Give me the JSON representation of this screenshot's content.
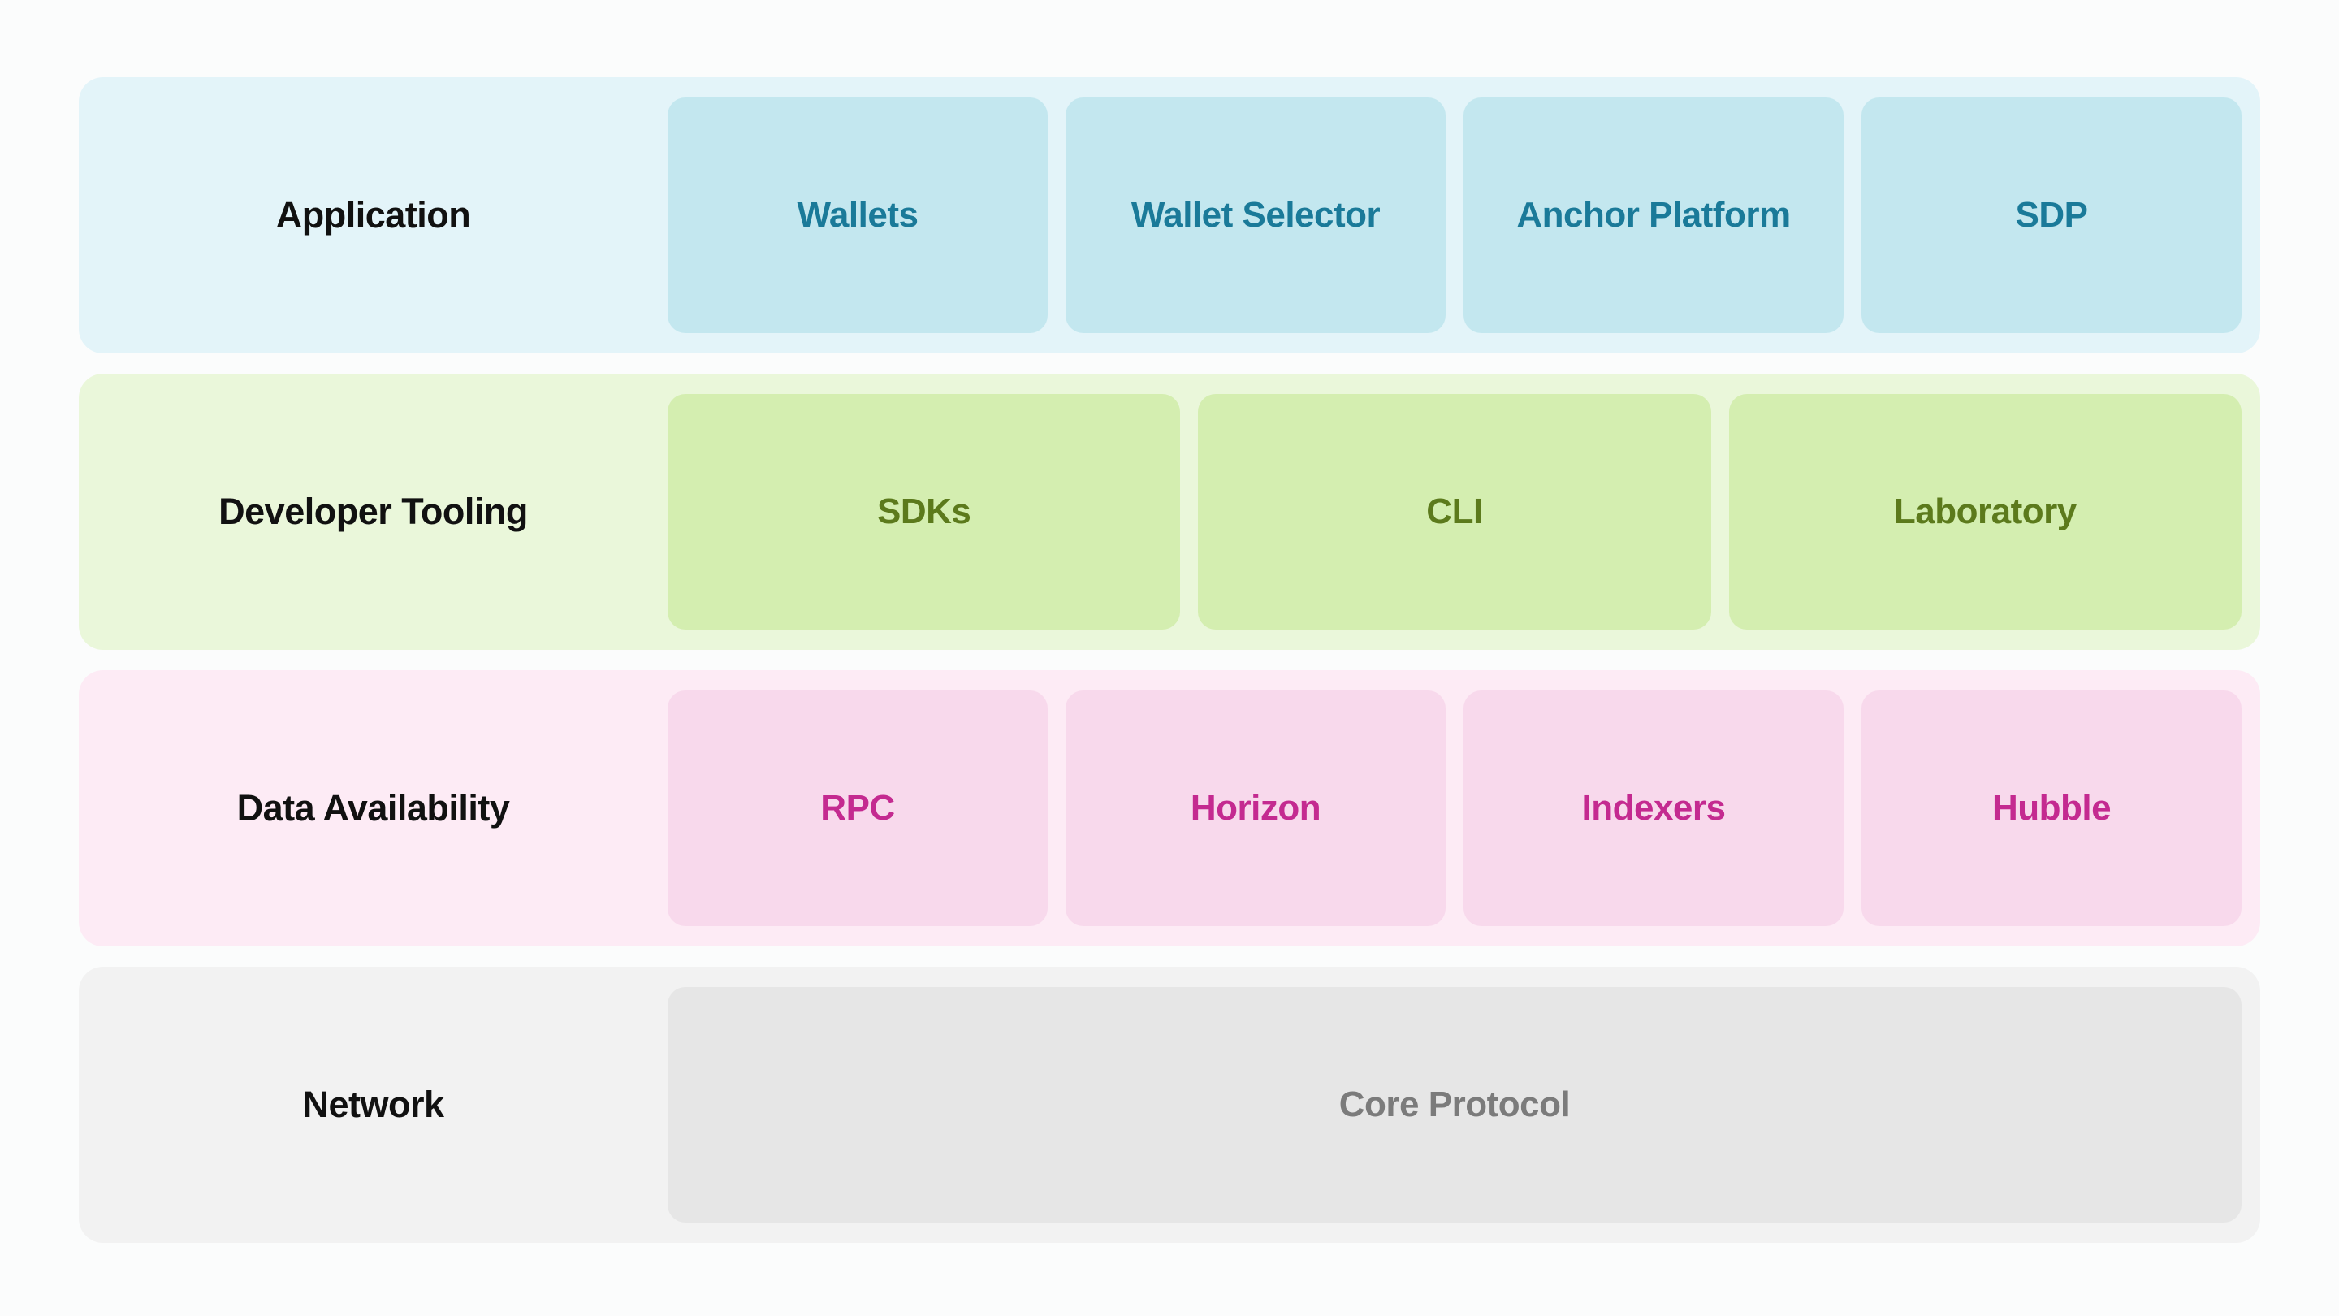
{
  "colors": {
    "page_bg": "#fbfcfc",
    "label_text": "#111111",
    "application_row_bg": "#e3f4f9",
    "application_item_bg": "#c3e7ef",
    "application_item_text": "#1a7a99",
    "developer_tooling_row_bg": "#eaf7da",
    "developer_tooling_item_bg": "#d4eeb0",
    "developer_tooling_item_text": "#5c7a1c",
    "data_availability_row_bg": "#fdebf5",
    "data_availability_item_bg": "#f8d9ec",
    "data_availability_item_text": "#c42a90",
    "network_row_bg": "#f2f2f2",
    "network_item_bg": "#e6e6e6",
    "network_item_text": "#7b7b7b"
  },
  "rows": [
    {
      "label": "Application",
      "items": [
        "Wallets",
        "Wallet Selector",
        "Anchor Platform",
        "SDP"
      ]
    },
    {
      "label": "Developer Tooling",
      "items": [
        "SDKs",
        "CLI",
        "Laboratory"
      ]
    },
    {
      "label": "Data Availability",
      "items": [
        "RPC",
        "Horizon",
        "Indexers",
        "Hubble"
      ]
    },
    {
      "label": "Network",
      "items": [
        "Core Protocol"
      ]
    }
  ]
}
